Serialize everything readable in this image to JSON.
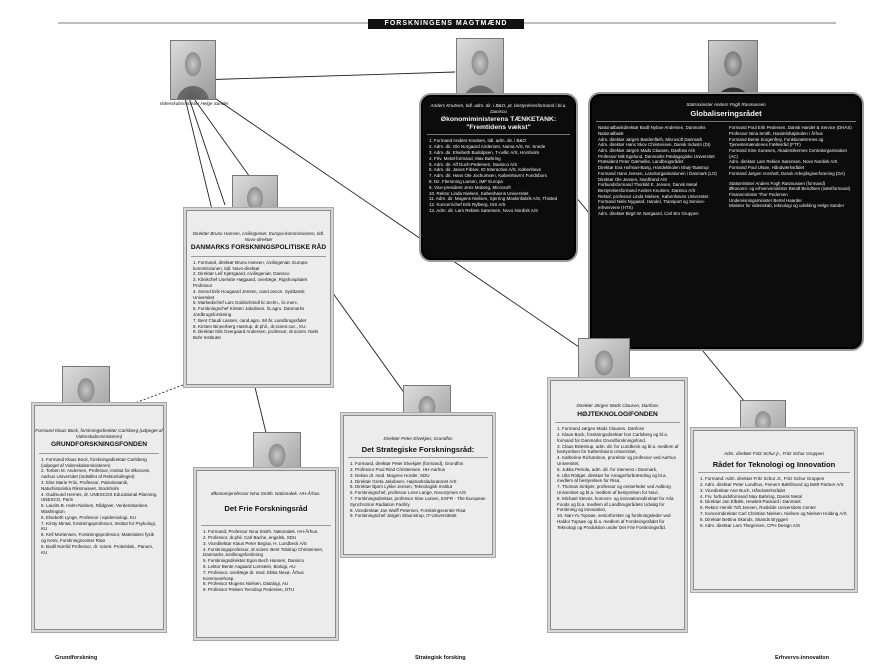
{
  "title": "FORSKNINGENS MAGTMÆND",
  "helge": {
    "caption": "Videnskabsminister Helge Sander"
  },
  "anders": {
    "caption": "Anders Knutsen, tidl. adm. dir. i B&O, pt. bestyrelsesformand i bl.a. Danisco",
    "heading": "Økonomiministerens TÆNKETANK: \"Fremtidens vækst\"",
    "items": [
      "1. Formand Anders Knutsen, tidl. adm. dir. i B&O",
      "2. Adm. dir. Ole Norgaard Andersen, Nama A/S, Nr. Snede",
      "3. Adm. dir. Elsebeth Budolpsen, T-cellic A/S, Horsholm",
      "4. Frlv. Metal-formand, Max Bøhring",
      "5. Adm. dir. Alf Duch-Pedersen, Danisco A/S",
      "6. Adm. dir. Janos Fibser, IO Interactive A/S, København",
      "7. Adm. dir. Hans Ole Jochumsen, København's Fondsbors",
      "8. Dir. Flemming Larsen, IMF Europa",
      "9. Vice-president Jens Moberg, Microsoft",
      "10. Rektor Linda Nielsen, Københavns Universitet",
      "11. Adm. dir. Mogens Nielsen, Sjerring Maskinfabrik A/S, Thisted",
      "12. Koncernchef Erik Rylberg, ISS A/S",
      "13. Adm. dir. Lars Rebien Sørensen, Novo Nordisk A/S"
    ]
  },
  "globalization": {
    "caption": "Statsminister Anders Fogh Rasmussen",
    "heading": "Globaliseringsrådet",
    "left": [
      "Nationalbankdirektør Bodil Nyboe Andersen, Danmarks Nationalbank",
      "Adm. direktør Jørgen Bardenfleth, Microsoft Danmark",
      "Adm. direktør Hans Skov Christensen, Dansk Industri (DI)",
      "Adm. direktør Jørgen Mads Clausen, Danfoss A/S",
      "Professor Mik Egelund, Danmarks Pædagogiske Universitet",
      "Præsident Peter Gæmelke, Landbrugsrådet",
      "Direktør Eva Hofman-Bang, Handelskolen Ishøj-Taastrup",
      "Formand Hans Jensen, Landsorganisationen i Danmark (LO)",
      "Direktør Ole Jensen, Nordfrand A/S",
      "Forbundsformand Thorkild E. Jensen, Dansk Metal",
      "Bestyrelsesformand Anders Knutsen, Danisco A/S",
      "Rektor, professor Linda Nielsen, Københavns Universitet",
      "Formand Niels Nygaard, Handel, Transport og Service-erhvervene (HTS)",
      "Adm. direktør Birgit W. Nørgaard, Carl Bro Gruppen"
    ],
    "right": [
      "Formand Poul Erik Pedersen, Dansk Handel & Service (DHAS)",
      "Professor Nina Smith, Handelshøjskolen i Århus",
      "Formand Bente Sorgenfrey, Funktionærernes og Tjenestemændenes Fællesråd (FTF)",
      "Formand Sine Sunesen, Akademikernes Centralorganisation (AC)",
      "Adm. direktør Lars Rebien Sørensen, Novo Nordisk A/S",
      "Formand Poul Ulsøe, Håndværksrådet",
      "Formand Jørgen Vorsholt, Dansk Arbejdsgiverforening (DA)",
      "",
      "Statsminister Anders Fogh Rasmussen (formand)",
      "Økonomi- og erhvervsminister Bendt Bendtsen (næstformand)",
      "Finansminister Thor Pedersen",
      "Undervisningsminister Bertel Haarder",
      "Minister for videnskab, teknologi og udvikling Helge Sander"
    ]
  },
  "dfr": {
    "caption": "Direktør Bruno Hansen, civilingeniør, Europa-kommissionen, tidl. Novo-direktør",
    "heading": "DANMARKS FORSKNINGSPOLITISKE RÅD",
    "items": [
      "1. Formand, direktør Bruno Hansen, civilingeniør, Europa-kommissionen, tidl. Novo-direktør",
      "2. Direktør Leif Kjærgaard, civilingeniør, Danisco",
      "3. Klinikchef Liselotte Højgaard, overlæge, Rigshospitalet Professor",
      "4. Svend Erik Hougaard Jensen, cand.oecon. Syddansk Universitet",
      "5. Markedschef Lars Goldschmidt lic.techn., lic.merc.",
      "6. Forskningschef Kirsten Jakobsen, lic.agro. Danmarks Jordbrugsforskning",
      "7. Bent Claudi Lassen, cand.agro. 58 år, Landbrugsrådet",
      "8. Kirsten Binnerberg Hastrup, dr.phil., dr.scient.soc., KU.",
      "9. Direktør Nils Overgaard Andersen, professor, dr.scient. Niels Bohr Institutet"
    ]
  },
  "grund": {
    "caption": "Formand Klaus Bock, forskningsdirektør Carlsberg (udpeget af Videnskabsministeren)",
    "heading": "GRUNDFORSKNINGSFONDEN",
    "items": [
      "1. Formand Klaus Bock, forskningsdirektør Carlsberg (udpeget af Videnskabsministeren)",
      "2. Torben M. Andersen, Professor, Institut for Økonomi, Aarhus Universitet (Indstillet af Rektorkollegiet)",
      "3. Else Marie Friis, Professor, Paleobotanik, Naturhistoriska Riksmuseet, Stockholm",
      "4. Gudmund Hernes, dr. UNESCOS Educational Planning, UNESCO, Paris",
      "5. Laurits B. Holm-Nielsen, Rådgiver, Verdensbanken, Washington",
      "6. Elsebeth Lynge, Professor i epidemiologi, KU",
      "7. Kirsty Mintal, forskningsprofessor, Institut for Psykologi, KU",
      "8. Kell Mortensen, Forskningsprofessor, Materialers fysik og Kemi, Forskningscenter Risø",
      "9. Bodil Norrild Professor, dr. scient. Proteinlab., Panum, KU"
    ]
  },
  "frie": {
    "caption": "Økonomiprofessor Nina Smith. Nationalek. HH-Århus.",
    "heading": "Det Frie Forskningsråd",
    "items": [
      "1. Formand, Professor Nina Smith. Nationalek. HH-Århus.",
      "2. Professor, dr.phil. Carl Bache, engelsk, SDU",
      "3. Viceditektør Klaus Peter Begnø, H. Lundbeck A/S",
      "4. Forskningsprofessor, dr.scient. Bent Tobitrup Christensen, Danmarks Jordbrugsforskning",
      "5. Forskningsdirektør Egon Bech Hansen, Danisco",
      "6. Lektor Bente Aagaard Lomstein, Biologi, AU",
      "7. Professor, overlæge dr. med. Ebba Nexø, Århus Kommunehosp.",
      "8. Professor Mogens Nielsen, Datalogi, AU",
      "9. Professor Preben Terndrup Pedersen, DTU"
    ]
  },
  "strat": {
    "caption": "Direktør Peter Elvekjær, Grundfos",
    "heading": "Det Strategiske Forskningsråd:",
    "items": [
      "1. Formand, direktør Peter Elvekjær (formand), Grundfos",
      "2. Professor Poul Rind Christensen. HH-Aarhus",
      "3. Dekan dr. med. Mogens Horder, SDU",
      "4. Direktør Greta Jakobsen, Højmarksladoratoriet A/S",
      "5. Direktør Bjørn Lykke Jensen, Teknologisk Institut",
      "6. Forskningschef, professor Lene Lange, Novozymes A/S",
      "7. Forskningsdirektør, professor Sine Larsen, ESFR - The European Synchrotron Radiation Facility",
      "8. Vicedirektør Jan Wulff Petersen, Forskningscenter Risø",
      "9. Forskningschef Jørgen Staunstrup, IT-Universitetet"
    ]
  },
  "hojtek": {
    "caption": "Direktør Jørgen Mads Clausen, Danfoss",
    "heading": "HØJTEKNOLOGIFONDEN",
    "items": [
      "1. Formand Jørgen Mads Clausen, Danfoss",
      "2. Klaus Bock, forskningsdirektør hos Carlsberg og bl.a. formand for Danmarks Grundforskningsfond,",
      "3. Claus Bræstrup, adm. dir. for Lundbeck og bl.a. medlem af bestyrelsen for Københavns Universitet,",
      "4. Katherine Richardson, prorektor og professor ved Aarhus Universitet,",
      "5. Jukka Pertola, adm. dir. for Siemens i Danmark,",
      "6. Ulla Röttger, direktør for Amagerforbrænding og bl.a. medlem af bestyrelsen for Risø,",
      "7. Thomas Sinkjær, professor og centerleder ved Aalborg Universitet og bl.a. medlem af bestyrelsen for Novi,",
      "8. Michael Stevns, koncern- og innovationsdirektør for Arla Foods og bl.a. medlem af Landbrugsrådets Udvalg for Forskning og Innovation,",
      "10. Nan-Yu Topsøe, seniorforsker og forskningsleder ved Haldor Topsøe og bl.a. medlem af Forskningsrådet for Teknologi og Produktion under Det Frie Forskningsråd."
    ]
  },
  "raadet": {
    "caption": "Adm. direktør Fritz Schur jr., Fritz Schur Gruppen",
    "heading": "Rådet for Teknologi og Innovation",
    "items": [
      "1. Formand: Adm. direktør Fritz Schur Jr., Fritz Schur Gruppen",
      "2. Adm. direktør Peter Lundhus, Femern Bælt/Sund og Bælt Partner A/S",
      "3. Vicedirektør Ane Buch, Håndværksrådet",
      "4. Frv. forbundsformand Max Bøhring, Dansk Metal",
      "5. Direktør Jan Elbæk, Hewlett-Packard i Danmark",
      "6. Rektor Henrik Toft Jensen, Roskilde Universitets Center",
      "7. Koncerndirektør Carl Christian Nielsen, Nielsen og Nielsen Holding A/S",
      "8. Direktør Bettina Skands, Skands Bryggeri",
      "9. Adm. direktør Lars Thegersen, CPH Design A/S"
    ]
  },
  "footer": {
    "left": "Grundforskning",
    "center": "Strategisk forsking",
    "right": "Erhvervs-innovation"
  }
}
